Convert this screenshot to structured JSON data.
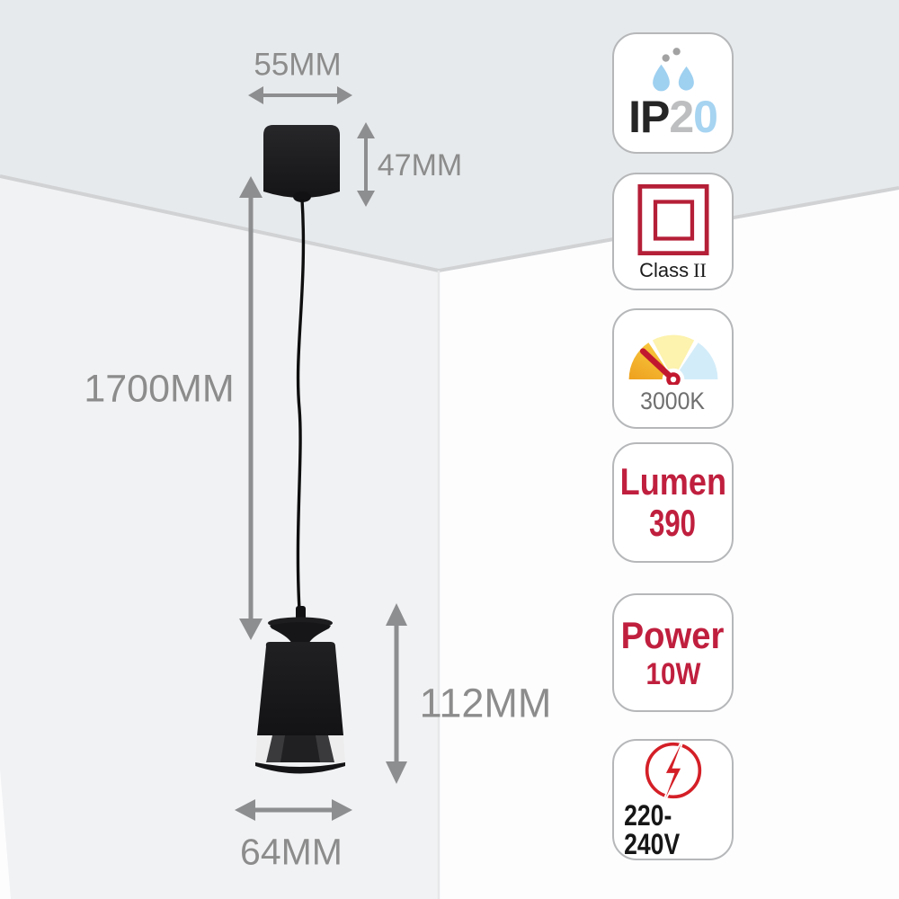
{
  "diagram": {
    "labels": {
      "canopy_width": "55MM",
      "canopy_height": "47MM",
      "suspension_drop": "1700MM",
      "lamp_height": "112MM",
      "lamp_width": "64MM"
    },
    "icons": [
      "pendant-lamp-illustration",
      "dimension-arrows"
    ]
  },
  "badges": {
    "ip_rating": {
      "icon": "water-drops-icon",
      "prefix": "IP",
      "digit_two": "2",
      "digit_zero": "0"
    },
    "insulation_class": {
      "icon": "double-insulation-icon",
      "label": "Class",
      "numeral": "II"
    },
    "color_temperature": {
      "icon": "temperature-gauge-icon",
      "value": "3000K"
    },
    "luminous_flux": {
      "title": "Lumen",
      "value": "390"
    },
    "power": {
      "title": "Power",
      "value": "10W"
    },
    "voltage": {
      "icon": "lightning-bolt-icon",
      "value": "220-240V"
    }
  },
  "colors": {
    "crimson": "#c01f3e",
    "badge-red": "#b51f37",
    "voltage-red": "#d41f27",
    "ip-blue": "#a6d4f1",
    "ip-gray": "#bdbebf",
    "drop-blue": "#9ed0f0",
    "dot-gray": "#a2a2a2",
    "gauge-amber": "#f3ae2b",
    "gauge-yellow": "#fdf2ae",
    "gauge-blue": "#d3ecf9",
    "needle-red": "#c2182f",
    "dim-gray": "#8c8c8c",
    "arrow-gray": "#8d8e90",
    "ceiling": "#e7eaec",
    "left-wall": "#f1f2f3",
    "edge-line": "#d0d2d4",
    "corner-line": "#e6e7e9",
    "lamp-black": "#1b1b1d"
  }
}
